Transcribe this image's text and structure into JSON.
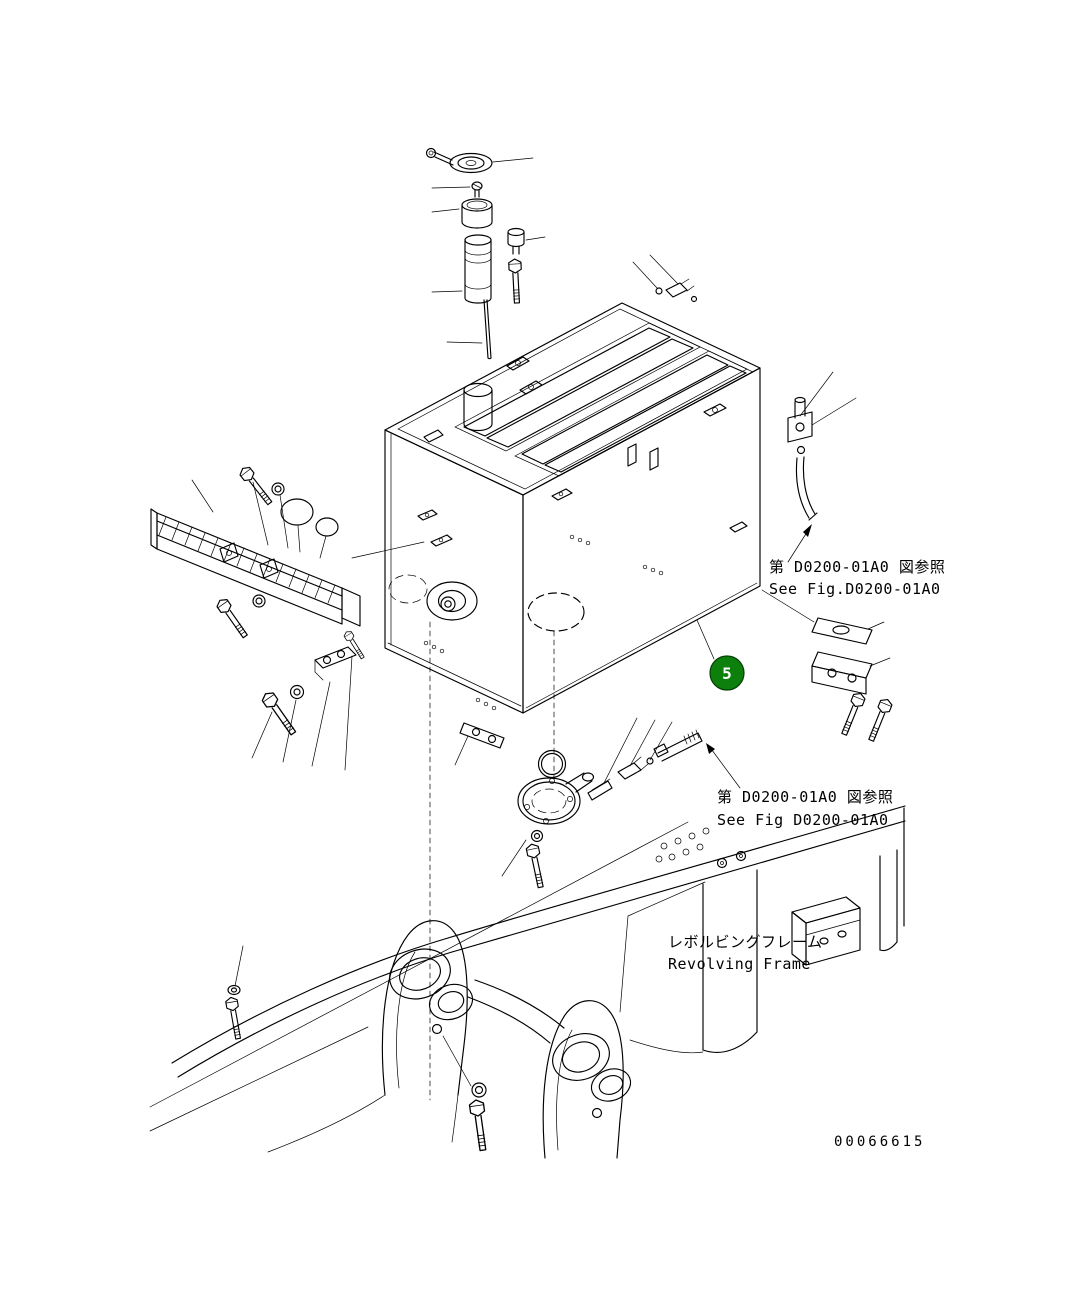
{
  "figure": {
    "callout": {
      "number": "5",
      "color": "#0c7f0c"
    },
    "drawing_number": "00066615",
    "ref_note_1": {
      "jp": "第 D0200-01A0 図参照",
      "en": "See Fig.D0200-01A0"
    },
    "ref_note_2": {
      "jp": "第 D0200-01A0 図参照",
      "en": "See Fig D0200-01A0"
    },
    "frame_label": {
      "jp": "レボルビングフレーム",
      "en": "Revolving Frame"
    }
  }
}
